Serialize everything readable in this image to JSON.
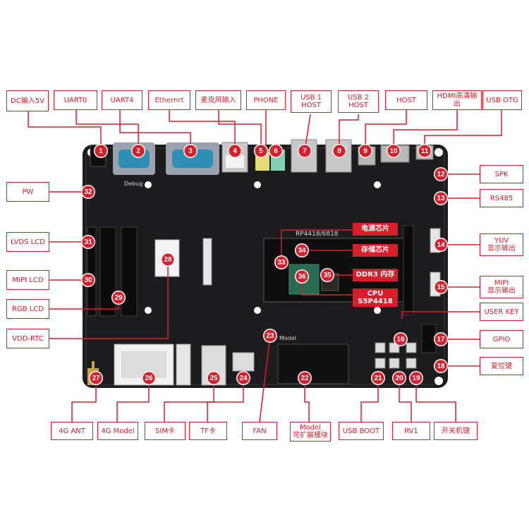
{
  "colors": {
    "accent": "#d81e2a",
    "board": "#1c1c1e",
    "label_text": "#d81e2a",
    "callout_text": "#ffffff"
  },
  "board": {
    "chip_marking": "RP4418/6818",
    "debug_silk": "Debug",
    "model_silk": "Model"
  },
  "labels": [
    {
      "id": "dc-input",
      "text": "DC输入5V"
    },
    {
      "id": "uart0",
      "text": "UART0"
    },
    {
      "id": "uart4",
      "text": "UART4"
    },
    {
      "id": "ethernet",
      "text": "Ethernrt"
    },
    {
      "id": "mic-input",
      "text": "麦克风输入"
    },
    {
      "id": "phone",
      "text": "PHONE"
    },
    {
      "id": "usb1-host",
      "text": "USB 1\nHOST"
    },
    {
      "id": "usb2-host",
      "text": "USB 2\nHOST"
    },
    {
      "id": "host",
      "text": "HOST"
    },
    {
      "id": "hdmi-output",
      "text": "HDMI高清输出"
    },
    {
      "id": "usb-otg",
      "text": "USB OTG"
    },
    {
      "id": "spk",
      "text": "SPK"
    },
    {
      "id": "rs485",
      "text": "RS485"
    },
    {
      "id": "yuv-display",
      "text": "YUV\n显示输出"
    },
    {
      "id": "mipi-display",
      "text": "MIPI\n显示输出"
    },
    {
      "id": "user-key",
      "text": "USER KEY"
    },
    {
      "id": "gpio",
      "text": "GPIO"
    },
    {
      "id": "reset-key",
      "text": "复位键"
    },
    {
      "id": "pw",
      "text": "PW"
    },
    {
      "id": "lvds-lcd",
      "text": "LVDS LCD"
    },
    {
      "id": "mipi-lcd",
      "text": "MIPI LCD"
    },
    {
      "id": "rgb-lcd",
      "text": "RGB LCD"
    },
    {
      "id": "vdd-rtc",
      "text": "VDD-RTC"
    },
    {
      "id": "4g-ant",
      "text": "4G ANT"
    },
    {
      "id": "4g-model",
      "text": "4G Model"
    },
    {
      "id": "sim-card",
      "text": "SIM卡"
    },
    {
      "id": "tf-card",
      "text": "TF卡"
    },
    {
      "id": "fan",
      "text": "FAN"
    },
    {
      "id": "model-expand",
      "text": "Model\n可扩展模块"
    },
    {
      "id": "usb-boot",
      "text": "USB BOOT"
    },
    {
      "id": "rv1",
      "text": "RV1"
    },
    {
      "id": "power-switch",
      "text": "开关机键"
    }
  ],
  "callouts": [
    {
      "id": "power-chip",
      "text": "电源芯片"
    },
    {
      "id": "storage-chip",
      "text": "存储芯片"
    },
    {
      "id": "ddr3",
      "text": "DDR3 内存"
    },
    {
      "id": "cpu",
      "text": "CPU\nS5P4418"
    }
  ],
  "markers": [
    "1",
    "2",
    "3",
    "4",
    "5",
    "6",
    "7",
    "8",
    "9",
    "10",
    "11",
    "12",
    "13",
    "14",
    "15",
    "16",
    "17",
    "18",
    "19",
    "20",
    "21",
    "22",
    "23",
    "24",
    "25",
    "26",
    "27",
    "28",
    "29",
    "30",
    "31",
    "32",
    "33",
    "34",
    "35",
    "36"
  ]
}
